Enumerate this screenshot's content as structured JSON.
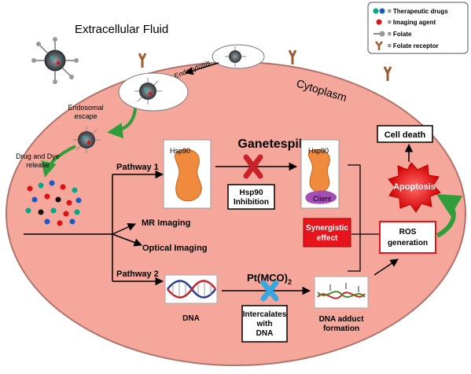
{
  "regions": {
    "extracellular": "Extracellular Fluid",
    "cytoplasm": "Cytoplasm"
  },
  "legend": {
    "drugs": "= Therapeutic drugs",
    "imaging": "= Imaging agent",
    "folate": "= Folate",
    "receptor": "= Folate receptor"
  },
  "steps": {
    "endocytosis": "Endocytosis",
    "endosomal_1": "Endosomal",
    "endosomal_2": "escape",
    "release_1": "Drug and Dye",
    "release_2": "release"
  },
  "pathways": {
    "p1": "Pathway 1",
    "p2": "Pathway 2",
    "mr": "MR Imaging",
    "optical": "Optical Imaging"
  },
  "ganetespib": {
    "title": "Ganetespib",
    "hsp90": "Hsp90",
    "hsp90_client": "Hsp90",
    "client": "Client",
    "inhibition_1": "Hsp90",
    "inhibition_2": "Inhibition"
  },
  "platinum": {
    "title_main": "Pt(MCO)",
    "title_sub": "2",
    "dna": "DNA",
    "intercalates_1": "Intercalates",
    "intercalates_2": "with",
    "intercalates_3": "DNA",
    "adduct_1": "DNA adduct",
    "adduct_2": "formation"
  },
  "outcome": {
    "synergistic_1": "Synergistic",
    "synergistic_2": "effect",
    "ros_1": "ROS",
    "ros_2": "generation",
    "apoptosis": "Apoptosis",
    "cell_death": "Cell death"
  },
  "colors": {
    "cell_fill": "#f4a79a",
    "green_arrow": "#2f9e3a",
    "red_box": "#e8141b",
    "cross_red": "#c8232a",
    "cross_blue": "#38a7e0",
    "hsp90_orange": "#f08a3c",
    "client_purple": "#a34fb4",
    "receptor_brown": "#a05a2c"
  }
}
